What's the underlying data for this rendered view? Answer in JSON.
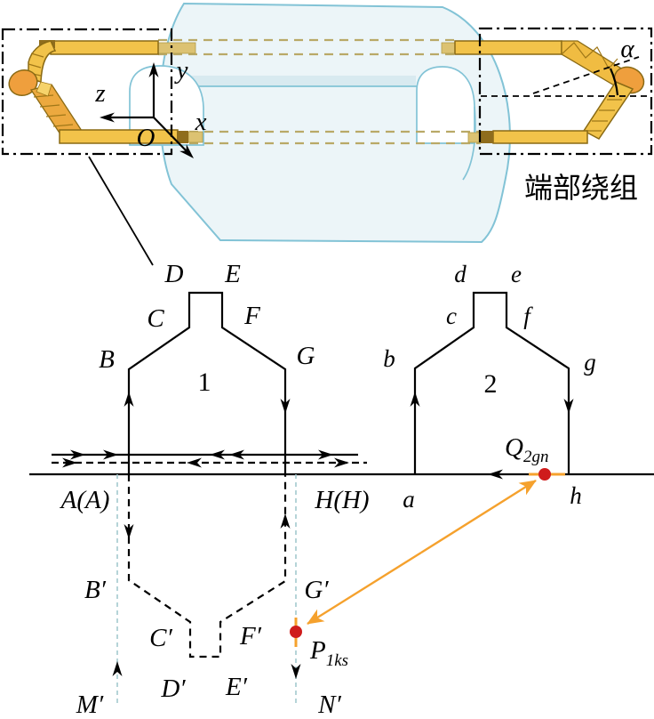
{
  "figure3d": {
    "axes": {
      "x": "x",
      "y": "y",
      "z": "z",
      "origin": "O"
    },
    "alpha_label": "α",
    "end_winding_label": "端部绕组"
  },
  "diagram": {
    "coil1": {
      "number": "1",
      "B": "B",
      "C": "C",
      "D": "D",
      "E": "E",
      "F": "F",
      "G": "G",
      "A": "A(A)",
      "H": "H(H)",
      "B2": "B′",
      "C2": "C′",
      "D2": "D′",
      "E2": "E′",
      "F2": "F′",
      "G2": "G′",
      "M2": "M′",
      "N2": "N′"
    },
    "coil2": {
      "number": "2",
      "a": "a",
      "b": "b",
      "c": "c",
      "d": "d",
      "e": "e",
      "f": "f",
      "g": "g",
      "h": "h"
    },
    "points": {
      "P": {
        "base": "P",
        "sub": "1ks"
      },
      "Q": {
        "base": "Q",
        "sub": "2gn"
      }
    }
  },
  "colors": {
    "winding_gold": "#f2c34a",
    "winding_orange": "#ec9f3c",
    "cylinder_outline": "#82c3d6",
    "cylinder_fill": "#ecf5f8",
    "slot_dash_tan": "#b9a967",
    "guide_cyan": "#a3c9cf",
    "marker_red": "#cf1c1c",
    "arrow_orange": "#f5a12d"
  }
}
